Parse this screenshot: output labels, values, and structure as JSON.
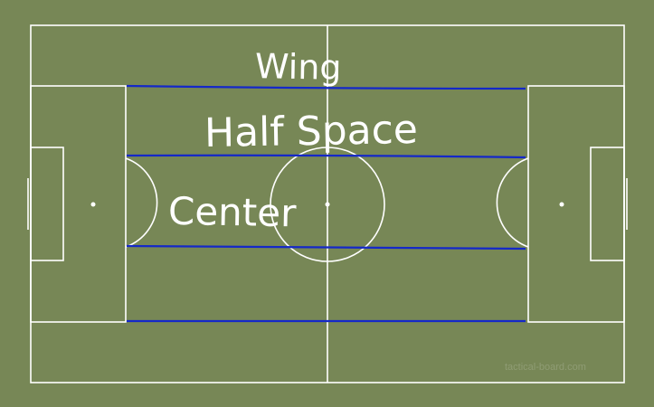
{
  "labels": {
    "wing": "Wing",
    "half_space": "Half Space",
    "center": "Center"
  },
  "watermark": "tactical-board.com",
  "colors": {
    "pitch": "#778756",
    "lines": "#ffffff",
    "zone_lines": "#1428c8"
  }
}
